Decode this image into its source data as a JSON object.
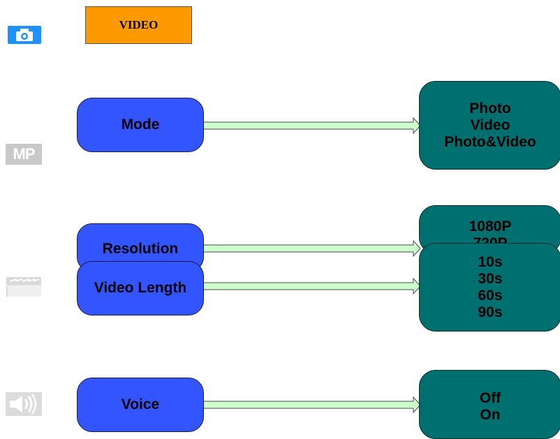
{
  "header": {
    "title": "VIDEO"
  },
  "icons": {
    "camera": "camera-icon",
    "mp": "mp-icon",
    "video_length": "film-strip-icon",
    "voice": "speaker-icon",
    "mp_text": "MP"
  },
  "colors": {
    "title_bg": "#ff9900",
    "setting_box": "#3355ff",
    "options_box": "#006f6f",
    "arrow_fill": "#ccffcc",
    "camera_icon": "#1e90ff"
  },
  "rows": {
    "mode": {
      "label": "Mode",
      "options": [
        "Photo",
        "Video",
        "Photo&Video"
      ]
    },
    "resolution": {
      "label": "Resolution",
      "options": [
        "1080P",
        "720P"
      ]
    },
    "video_length": {
      "label": "Video Length",
      "options": [
        "10s",
        "30s",
        "60s",
        "90s"
      ]
    },
    "voice": {
      "label": "Voice",
      "options": [
        "Off",
        "On"
      ]
    }
  }
}
